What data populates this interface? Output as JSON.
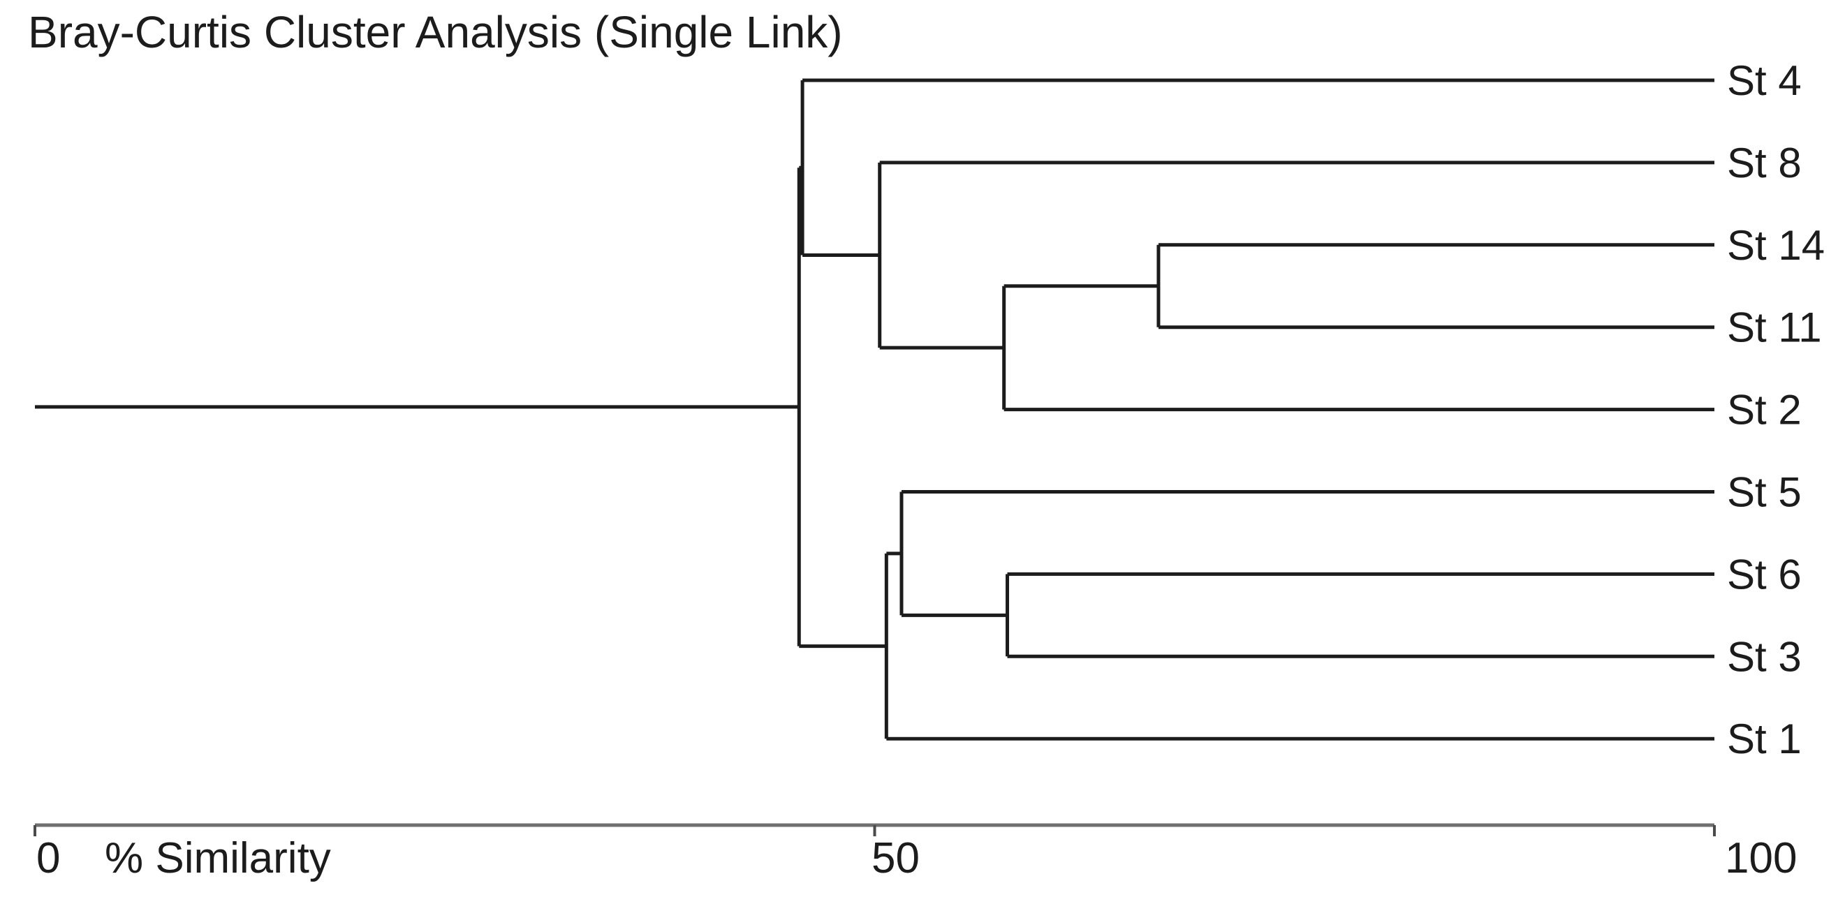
{
  "chart_data": {
    "type": "dendrogram",
    "title": "Bray-Curtis Cluster Analysis (Single Link)",
    "orientation": "horizontal",
    "axis": {
      "label": "% Similarity",
      "min": 0,
      "max": 100,
      "ticks": [
        0,
        50,
        100
      ]
    },
    "leaves_top_to_bottom": [
      "St 4",
      "St 8",
      "St 14",
      "St 11",
      "St 2",
      "St 5",
      "St 6",
      "St 3",
      "St 1"
    ],
    "tree": {
      "similarity": 45.5,
      "children": [
        {
          "similarity": 45.7,
          "children": [
            {
              "leaf": "St 4"
            },
            {
              "similarity": 50.3,
              "children": [
                {
                  "leaf": "St 8"
                },
                {
                  "similarity": 57.7,
                  "children": [
                    {
                      "similarity": 66.9,
                      "children": [
                        {
                          "leaf": "St 14"
                        },
                        {
                          "leaf": "St 11"
                        }
                      ]
                    },
                    {
                      "leaf": "St 2"
                    }
                  ]
                }
              ]
            }
          ]
        },
        {
          "similarity": 50.7,
          "children": [
            {
              "similarity": 51.6,
              "children": [
                {
                  "leaf": "St 5"
                },
                {
                  "similarity": 57.9,
                  "children": [
                    {
                      "leaf": "St 6"
                    },
                    {
                      "leaf": "St 3"
                    }
                  ]
                }
              ]
            },
            {
              "leaf": "St 1"
            }
          ]
        }
      ]
    },
    "colors": {
      "branch": "#1c1c1c",
      "axis": "#6f6f6f",
      "text": "#1c1c1c",
      "background": "#ffffff"
    }
  }
}
